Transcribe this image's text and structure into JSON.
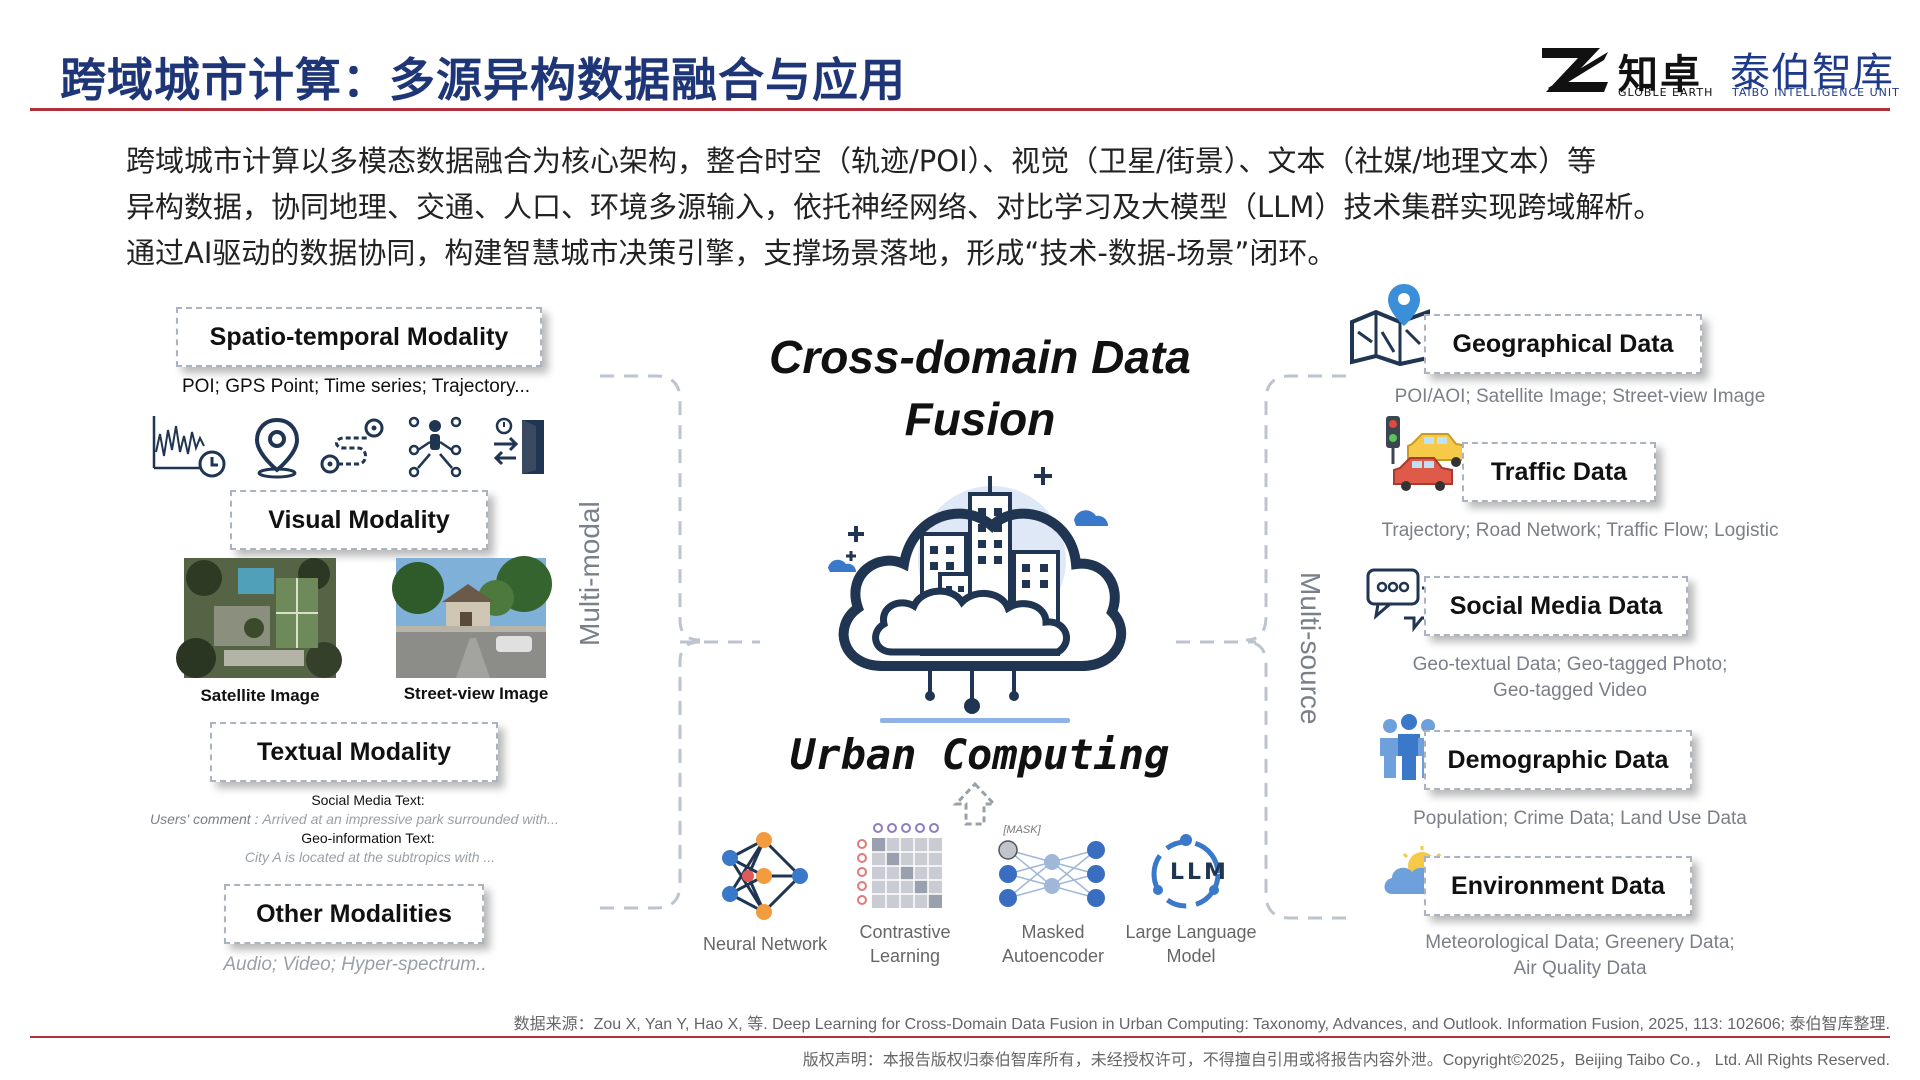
{
  "header": {
    "title": "跨域城市计算：多源异构数据融合与应用",
    "brand_name": "知卓",
    "brand_subtitle": "GLOBLE EARTH",
    "brand2_name": "泰伯智库",
    "brand2_subtitle": "TAIBO INTELLIGENCE UNIT"
  },
  "intro": {
    "lines": [
      "跨域城市计算以多模态数据融合为核心架构，整合时空（轨迹/POI）、视觉（卫星/街景）、文本（社媒/地理文本）等",
      "异构数据，协同地理、交通、人口、环境多源输入，依托神经网络、对比学习及大模型（LLM）技术集群实现跨域解析。",
      "通过AI驱动的数据协同，构建智慧城市决策引擎，支撑场景落地，形成“技术-数据-场景”闭环。"
    ]
  },
  "left": {
    "vertical_label": "Multi-modal",
    "spatio": {
      "title": "Spatio-temporal Modality",
      "desc": "POI; GPS Point; Time series; Trajectory...",
      "icons": [
        "time-series-icon",
        "location-pin-icon",
        "trajectory-icon",
        "people-network-icon",
        "door-exit-icon"
      ]
    },
    "visual": {
      "title": "Visual Modality",
      "satellite_caption": "Satellite Image",
      "street_caption": "Street-view Image"
    },
    "textual": {
      "title": "Textual Modality",
      "social_label": "Social Media Text:",
      "social_prefix": "Users' comment :",
      "social_example": "Arrived at an impressive park surrounded with...",
      "geo_label": "Geo-information Text:",
      "geo_example": "City A is located at the subtropics with ..."
    },
    "other": {
      "title": "Other Modalities",
      "desc": "Audio; Video; Hyper-spectrum.."
    }
  },
  "center": {
    "title_line1": "Cross-domain Data",
    "title_line2": "Fusion",
    "subtitle": "Urban Computing",
    "mask_tag": "[MASK]",
    "llm_text": "LLM",
    "tech": [
      {
        "icon": "neural-network-icon",
        "label_line1": "Neural Network",
        "label_line2": ""
      },
      {
        "icon": "contrastive-learning-icon",
        "label_line1": "Contrastive",
        "label_line2": "Learning"
      },
      {
        "icon": "masked-autoencoder-icon",
        "label_line1": "Masked",
        "label_line2": "Autoencoder"
      },
      {
        "icon": "llm-icon",
        "label_line1": "Large Language",
        "label_line2": "Model"
      }
    ]
  },
  "right": {
    "vertical_label": "Multi-source",
    "items": [
      {
        "icon": "map-pin-icon",
        "title": "Geographical Data",
        "desc_line1": "POI/AOI; Satellite Image; Street-view Image",
        "desc_line2": ""
      },
      {
        "icon": "traffic-cars-icon",
        "title": "Traffic Data",
        "desc_line1": "Trajectory; Road Network; Traffic Flow; Logistic",
        "desc_line2": ""
      },
      {
        "icon": "chat-bubbles-icon",
        "title": "Social Media Data",
        "desc_line1": "Geo-textual Data; Geo-tagged Photo;",
        "desc_line2": "Geo-tagged Video"
      },
      {
        "icon": "people-group-icon",
        "title": "Demographic Data",
        "desc_line1": "Population; Crime Data; Land Use Data",
        "desc_line2": ""
      },
      {
        "icon": "weather-cloud-icon",
        "title": "Environment Data",
        "desc_line1": "Meteorological Data; Greenery Data;",
        "desc_line2": "Air Quality Data"
      }
    ]
  },
  "footer": {
    "source": "数据来源：Zou X, Yan Y, Hao X, 等. Deep Learning for Cross-Domain Data Fusion in Urban Computing: Taxonomy, Advances, and Outlook. Information Fusion, 2025, 113: 102606; 泰伯智库整理.",
    "copyright": "版权声明：本报告版权归泰伯智库所有，未经授权许可，不得擅自引用或将报告内容外泄。Copyright©2025，Beijing Taibo Co.， Ltd. All Rights Reserved."
  },
  "colors": {
    "title_blue": "#1e3678",
    "rule_red": "#b2303a",
    "icon_navy": "#1f3552",
    "icon_blue": "#3a78c9"
  }
}
